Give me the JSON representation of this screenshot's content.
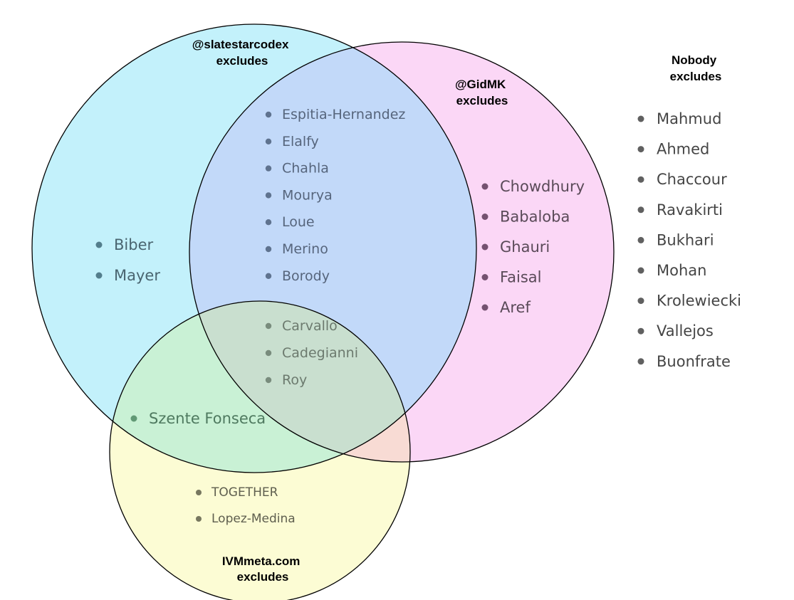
{
  "diagram": {
    "type": "venn",
    "sets": {
      "slatestarcodex": {
        "title": [
          "@slatestarcodex",
          "excludes"
        ],
        "color": "#c3f1fb"
      },
      "gidmk": {
        "title": [
          "@GidMK",
          "excludes"
        ],
        "color": "#fbd7f6"
      },
      "ivmmeta": {
        "title": [
          "IVMmeta.com",
          "excludes"
        ],
        "color": "#fcfcd4"
      },
      "nobody": {
        "title": [
          "Nobody",
          "excludes"
        ]
      }
    },
    "regions": {
      "slatestarcodex_only": [
        "Biber",
        "Mayer"
      ],
      "slatestarcodex_and_gidmk": [
        "Espitia-Hernandez",
        "Elalfy",
        "Chahla",
        "Mourya",
        "Loue",
        "Merino",
        "Borody"
      ],
      "gidmk_only": [
        "Chowdhury",
        "Babaloba",
        "Ghauri",
        "Faisal",
        "Aref"
      ],
      "all_three": [
        "Carvallo",
        "Cadegianni",
        "Roy"
      ],
      "slatestarcodex_and_ivmmeta": [
        "Szente Fonseca"
      ],
      "ivmmeta_only": [
        "TOGETHER",
        "Lopez-Medina"
      ],
      "nobody": [
        "Mahmud",
        "Ahmed",
        "Chaccour",
        "Ravakirti",
        "Bukhari",
        "Mohan",
        "Krolewiecki",
        "Vallejos",
        "Buonfrate"
      ]
    }
  }
}
